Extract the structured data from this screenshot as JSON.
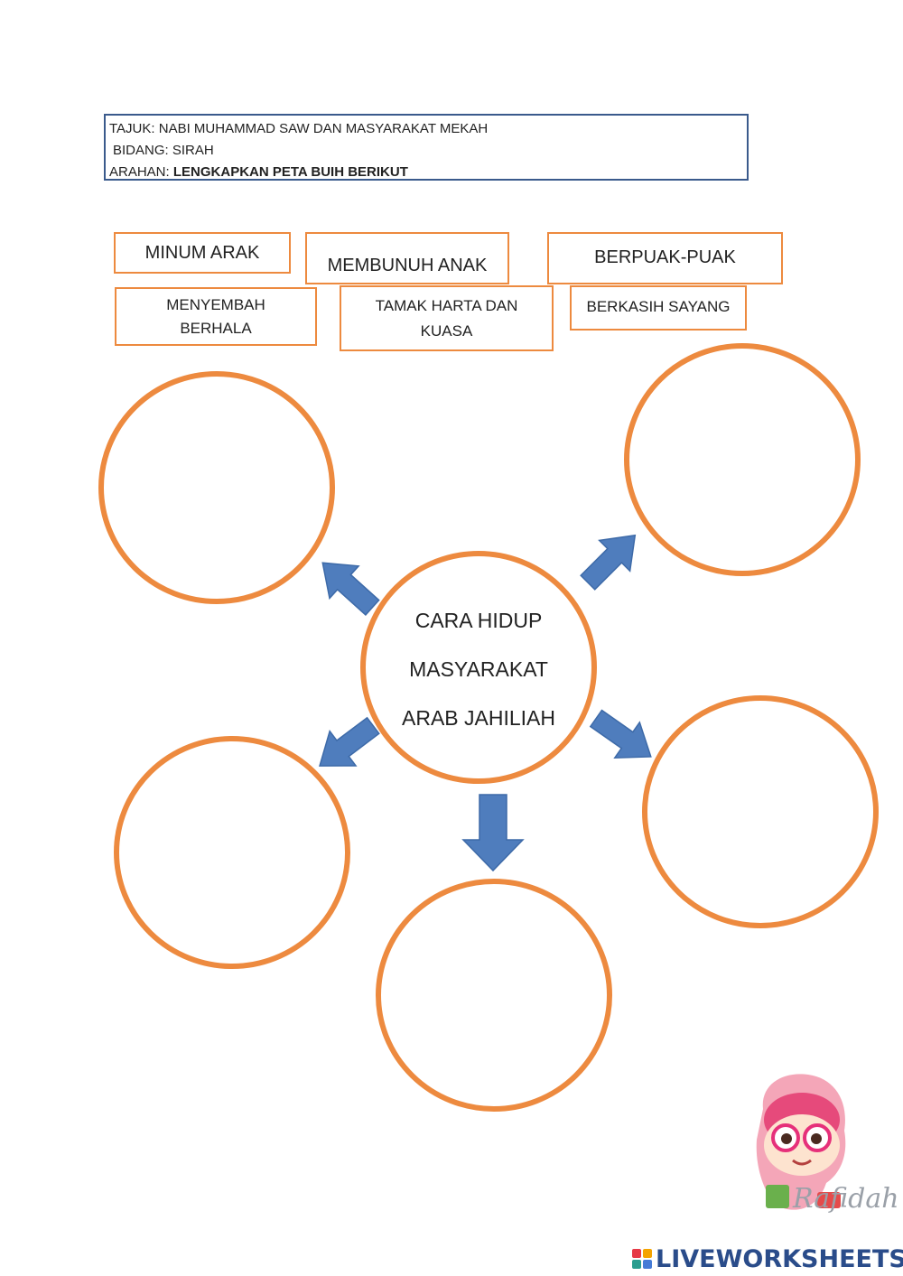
{
  "header": {
    "tajuk_label": "TAJUK:",
    "tajuk_value": "NABI MUHAMMAD SAW DAN MASYARAKAT MEKAH",
    "bidang_label": "BIDANG:",
    "bidang_value": "SIRAH",
    "arahan_label": "ARAHAN:",
    "arahan_value": "LENGKAPKAN PETA BUIH BERIKUT"
  },
  "word_bank": {
    "minum_arak": "MINUM ARAK",
    "membunuh_anak": "MEMBUNUH ANAK",
    "berpuak_puak": "BERPUAK-PUAK",
    "menyembah_berhala_1": "MENYEMBAH",
    "menyembah_berhala_2": "BERHALA",
    "tamak_harta_1": "TAMAK HARTA DAN",
    "tamak_harta_2": "KUASA",
    "berkasih_sayang": "BERKASIH SAYANG"
  },
  "bubble_map": {
    "center_line1": "CARA HIDUP",
    "center_line2": "MASYARAKAT",
    "center_line3": "ARAB  JAHILIAH",
    "outer_bubbles": [
      "",
      "",
      "",
      "",
      ""
    ]
  },
  "colors": {
    "bubble_stroke": "#ed8a3f",
    "arrow_fill": "#4f7dbd",
    "header_border": "#3a5a8c",
    "brand": "#2a4c8a"
  },
  "footer": {
    "signature": "Rafidah",
    "brand": "LIVEWORKSHEETS"
  }
}
